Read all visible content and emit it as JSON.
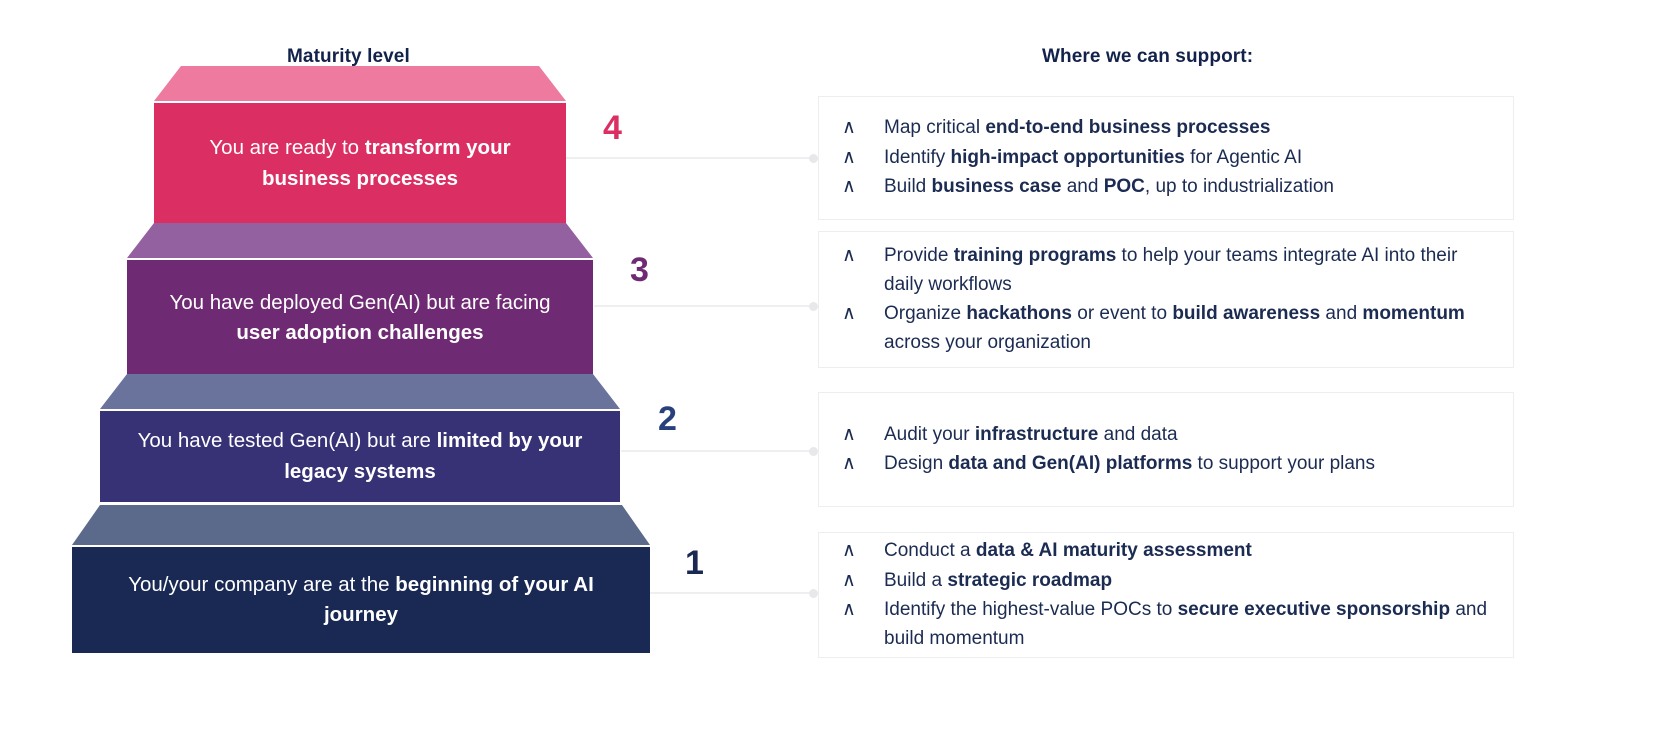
{
  "headings": {
    "left": "Maturity level",
    "right": "Where we can support:"
  },
  "colors": {
    "level4_front": "#DB2F63",
    "level4_top": "#EE7A9F",
    "level3_front": "#6E2A72",
    "level3_top": "#9360A0",
    "level2_front": "#363275",
    "level2_top": "#6A739B",
    "level1_front": "#192954",
    "level1_top": "#5B6A8B",
    "box_border": "#EDEEF1",
    "text_dark": "#1B2B52",
    "connector": "#EFEFF1"
  },
  "bullet_glyph": "∧",
  "levels": [
    {
      "number": "4",
      "number_color": "#DB2F63",
      "statement_html": "You are ready to <b>transform your business processes</b>",
      "support": [
        "Map critical <b>end-to-end business processes</b>",
        "Identify <b>high-impact opportunities</b> for Agentic AI",
        "Build <b>business case</b> and <b>POC</b>, up to industrialization"
      ]
    },
    {
      "number": "3",
      "number_color": "#6E2A72",
      "statement_html": "You have deployed Gen(AI) but are facing <b>user adoption challenges</b>",
      "support": [
        "Provide <b>training programs</b> to help your teams integrate AI into their daily workflows",
        "Organize <b>hackathons</b> or event to <b>build awareness</b> and <b>momentum</b> across your organization"
      ]
    },
    {
      "number": "2",
      "number_color": "#28417C",
      "statement_html": "You have tested Gen(AI) but are <b>limited by your legacy systems</b>",
      "support": [
        "Audit your <b>infrastructure</b> and data",
        "Design <b>data and Gen(AI) platforms</b> to support your plans"
      ]
    },
    {
      "number": "1",
      "number_color": "#192954",
      "statement_html": "You/your company are at the <b>beginning of your AI journey</b>",
      "support": [
        "Conduct a <b>data &amp; AI maturity assessment</b>",
        "Build a <b>strategic roadmap</b>",
        "Identify the highest-value POCs to <b>secure executive sponsorship</b> and build momentum"
      ]
    }
  ]
}
